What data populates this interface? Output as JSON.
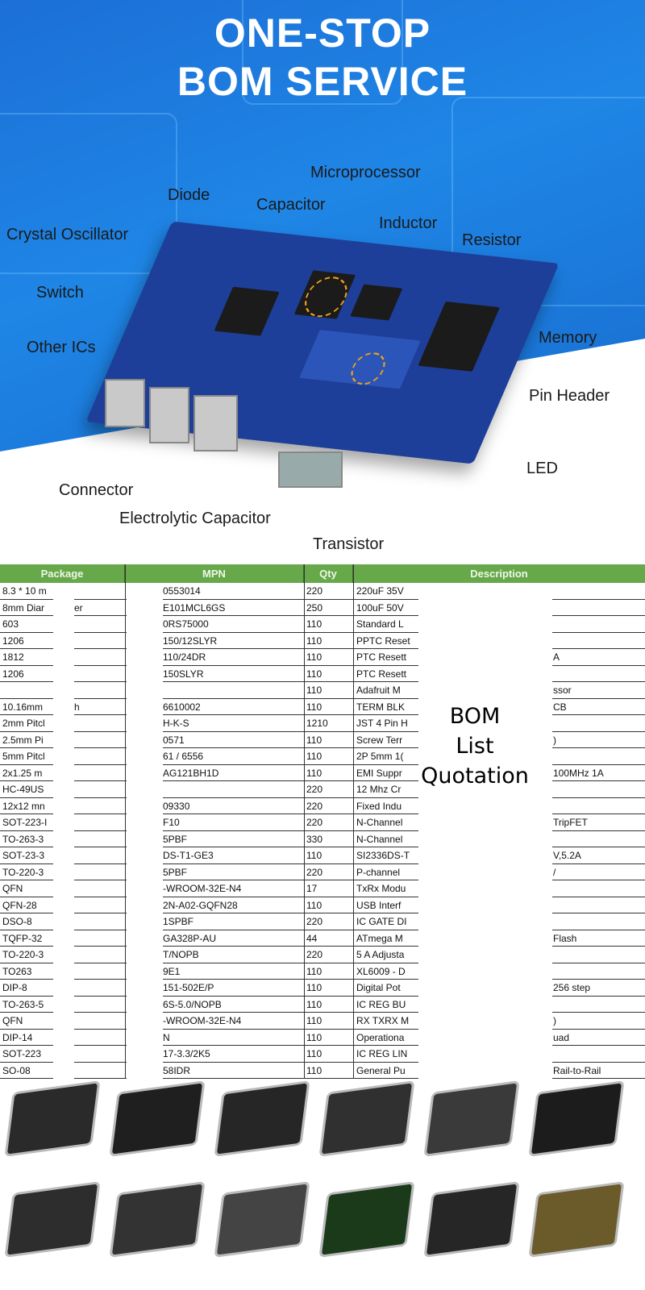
{
  "banner": {
    "title_line1": "ONE-STOP",
    "title_line2": "BOM SERVICE",
    "labels": {
      "microprocessor": "Microprocessor",
      "diode": "Diode",
      "capacitor": "Capacitor",
      "inductor": "Inductor",
      "crystal_oscillator": "Crystal Oscillator",
      "resistor": "Resistor",
      "switch": "Switch",
      "other_ics": "Other ICs",
      "memory": "Memory",
      "pin_header": "Pin Header",
      "led": "LED",
      "connector": "Connector",
      "electrolytic_capacitor": "Electrolytic Capacitor",
      "transistor": "Transistor"
    },
    "colors": {
      "background": "#1f86e6",
      "accent": "#f2a21b"
    }
  },
  "table": {
    "headers": {
      "package": "Package",
      "mpn": "MPN",
      "qty": "Qty",
      "description": "Description"
    },
    "header_color": "#67a94a",
    "overlay_text": [
      "BOM",
      "List",
      "Quotation"
    ],
    "rows": [
      {
        "pkg": "8.3 * 10 m",
        "pkg_tail": "",
        "mpn": "0553014",
        "qty": "220",
        "desc": "220uF 35V",
        "desc_tail": ""
      },
      {
        "pkg": "8mm Diar",
        "pkg_tail": "er",
        "mpn": "E101MCL6GS",
        "qty": "250",
        "desc": "100uF 50V",
        "desc_tail": ""
      },
      {
        "pkg": "603",
        "pkg_tail": "",
        "mpn": "0RS75000",
        "qty": "110",
        "desc": "Standard L",
        "desc_tail": ""
      },
      {
        "pkg": "1206",
        "pkg_tail": "",
        "mpn": "150/12SLYR",
        "qty": "110",
        "desc": "PPTC Reset",
        "desc_tail": ""
      },
      {
        "pkg": "1812",
        "pkg_tail": "",
        "mpn": "110/24DR",
        "qty": "110",
        "desc": "PTC Resett",
        "desc_tail": "A"
      },
      {
        "pkg": "1206",
        "pkg_tail": "",
        "mpn": "150SLYR",
        "qty": "110",
        "desc": "PTC Resett",
        "desc_tail": ""
      },
      {
        "pkg": "",
        "pkg_tail": "",
        "mpn": "",
        "qty": "110",
        "desc": "Adafruit M",
        "desc_tail": "ssor"
      },
      {
        "pkg": "10.16mm",
        "pkg_tail": "h",
        "mpn": "6610002",
        "qty": "110",
        "desc": "TERM BLK",
        "desc_tail": "CB"
      },
      {
        "pkg": "2mm Pitcl",
        "pkg_tail": "",
        "mpn": "H-K-S",
        "qty": "1210",
        "desc": "JST 4 Pin H",
        "desc_tail": ""
      },
      {
        "pkg": "2.5mm Pi",
        "pkg_tail": "",
        "mpn": "0571",
        "qty": "110",
        "desc": "Screw Terr",
        "desc_tail": ")"
      },
      {
        "pkg": "5mm Pitcl",
        "pkg_tail": "",
        "mpn": "61  / 6556",
        "qty": "110",
        "desc": "2P 5mm 1(",
        "desc_tail": ""
      },
      {
        "pkg": "2x1.25 m",
        "pkg_tail": "",
        "mpn": "AG121BH1D",
        "qty": "110",
        "desc": "EMI Suppr",
        "desc_tail": "100MHz 1A"
      },
      {
        "pkg": "HC-49US",
        "pkg_tail": "",
        "mpn": "",
        "qty": "220",
        "desc": "12 Mhz Cr",
        "desc_tail": ""
      },
      {
        "pkg": "12x12 mn",
        "pkg_tail": "",
        "mpn": "09330",
        "qty": "220",
        "desc": "Fixed Indu",
        "desc_tail": ""
      },
      {
        "pkg": "SOT-223-I",
        "pkg_tail": "",
        "mpn": "F10",
        "qty": "220",
        "desc": "N-Channel",
        "desc_tail": "TripFET"
      },
      {
        "pkg": "TO-263-3",
        "pkg_tail": "",
        "mpn": "5PBF",
        "qty": "330",
        "desc": "N-Channel",
        "desc_tail": ""
      },
      {
        "pkg": "SOT-23-3",
        "pkg_tail": "",
        "mpn": "DS-T1-GE3",
        "qty": "110",
        "desc": "SI2336DS-T",
        "desc_tail": "V,5.2A"
      },
      {
        "pkg": "TO-220-3",
        "pkg_tail": "",
        "mpn": "5PBF",
        "qty": "220",
        "desc": "P-channel",
        "desc_tail": "/"
      },
      {
        "pkg": "QFN",
        "pkg_tail": "",
        "mpn": "-WROOM-32E-N4",
        "qty": "17",
        "desc": "TxRx Modu",
        "desc_tail": ""
      },
      {
        "pkg": "QFN-28",
        "pkg_tail": "",
        "mpn": "2N-A02-GQFN28",
        "qty": "110",
        "desc": "USB Interf",
        "desc_tail": ""
      },
      {
        "pkg": "DSO-8",
        "pkg_tail": "",
        "mpn": "1SPBF",
        "qty": "220",
        "desc": "IC GATE DI",
        "desc_tail": ""
      },
      {
        "pkg": "TQFP-32",
        "pkg_tail": "",
        "mpn": "GA328P-AU",
        "qty": "44",
        "desc": "ATmega M",
        "desc_tail": "Flash"
      },
      {
        "pkg": "TO-220-3",
        "pkg_tail": "",
        "mpn": "T/NOPB",
        "qty": "220",
        "desc": "5 A Adjusta",
        "desc_tail": ""
      },
      {
        "pkg": "TO263",
        "pkg_tail": "",
        "mpn": "9E1",
        "qty": "110",
        "desc": "XL6009 - D",
        "desc_tail": ""
      },
      {
        "pkg": "DIP-8",
        "pkg_tail": "",
        "mpn": "151-502E/P",
        "qty": "110",
        "desc": "Digital Pot",
        "desc_tail": "256 step"
      },
      {
        "pkg": "TO-263-5",
        "pkg_tail": "",
        "mpn": "6S-5.0/NOPB",
        "qty": "110",
        "desc": "IC REG BU",
        "desc_tail": ""
      },
      {
        "pkg": "QFN",
        "pkg_tail": "",
        "mpn": "-WROOM-32E-N4",
        "qty": "110",
        "desc": "RX TXRX M",
        "desc_tail": ")"
      },
      {
        "pkg": "DIP-14",
        "pkg_tail": "",
        "mpn": "N",
        "qty": "110",
        "desc": "Operationa",
        "desc_tail": "uad"
      },
      {
        "pkg": "SOT-223",
        "pkg_tail": "",
        "mpn": "17-3.3/2K5",
        "qty": "110",
        "desc": "IC REG LIN",
        "desc_tail": ""
      },
      {
        "pkg": "SO-08",
        "pkg_tail": "",
        "mpn": "58IDR",
        "qty": "110",
        "desc": "General Pu",
        "desc_tail": "Rail-to-Rail"
      }
    ]
  },
  "components": [
    "qfp-chip-icon",
    "qfn-chip-icon",
    "dip-chip-icon",
    "sot-chip-icon",
    "diode-chip-icon",
    "bga-chip-icon",
    "smd-module-icon",
    "to263-chip-icon",
    "to220-transistor-icon",
    "bga-large-icon",
    "sop-chip-icon",
    "lga-chip-icon"
  ]
}
